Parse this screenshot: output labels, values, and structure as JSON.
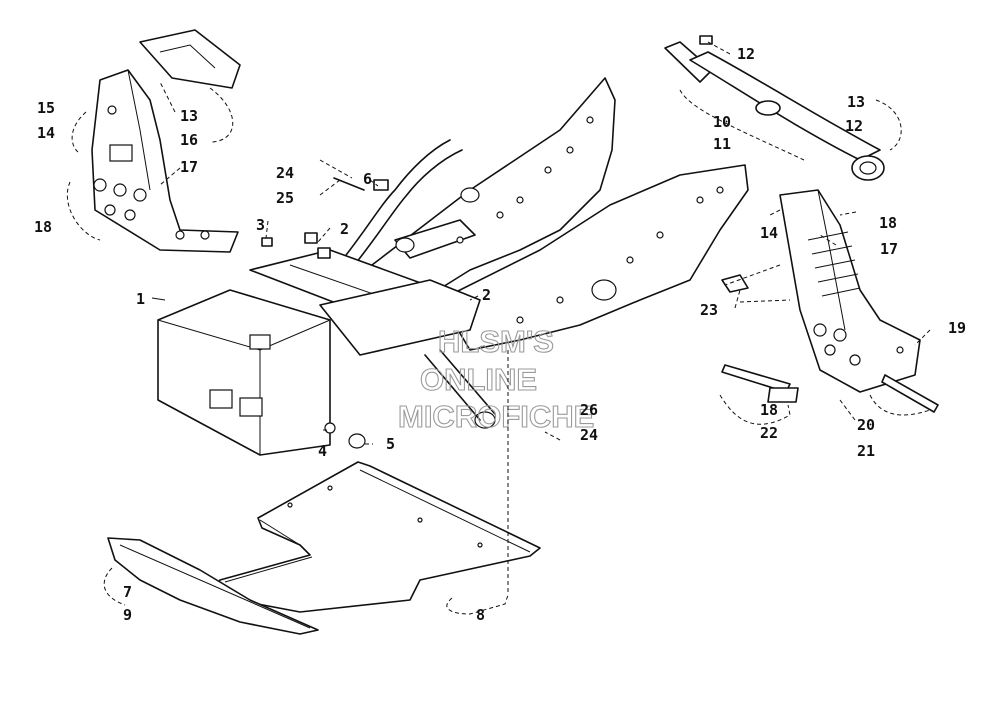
{
  "watermark": [
    "HLSM'S",
    "ONLINE",
    "MICROFICHE"
  ],
  "callouts": [
    {
      "id": "c1",
      "label": "1"
    },
    {
      "id": "c2a",
      "label": "2"
    },
    {
      "id": "c2b",
      "label": "2"
    },
    {
      "id": "c3",
      "label": "3"
    },
    {
      "id": "c4",
      "label": "4"
    },
    {
      "id": "c5",
      "label": "5"
    },
    {
      "id": "c6",
      "label": "6"
    },
    {
      "id": "c7",
      "label": "7"
    },
    {
      "id": "c8",
      "label": "8"
    },
    {
      "id": "c9",
      "label": "9"
    },
    {
      "id": "c10",
      "label": "10"
    },
    {
      "id": "c11",
      "label": "11"
    },
    {
      "id": "c12a",
      "label": "12"
    },
    {
      "id": "c12b",
      "label": "12"
    },
    {
      "id": "c13a",
      "label": "13"
    },
    {
      "id": "c13b",
      "label": "13"
    },
    {
      "id": "c14a",
      "label": "14"
    },
    {
      "id": "c14b",
      "label": "14"
    },
    {
      "id": "c15",
      "label": "15"
    },
    {
      "id": "c16",
      "label": "16"
    },
    {
      "id": "c17a",
      "label": "17"
    },
    {
      "id": "c17b",
      "label": "17"
    },
    {
      "id": "c18a",
      "label": "18"
    },
    {
      "id": "c18b",
      "label": "18"
    },
    {
      "id": "c18c",
      "label": "18"
    },
    {
      "id": "c19",
      "label": "19"
    },
    {
      "id": "c20",
      "label": "20"
    },
    {
      "id": "c21",
      "label": "21"
    },
    {
      "id": "c22",
      "label": "22"
    },
    {
      "id": "c23",
      "label": "23"
    },
    {
      "id": "c24a",
      "label": "24"
    },
    {
      "id": "c24b",
      "label": "24"
    },
    {
      "id": "c25",
      "label": "25"
    },
    {
      "id": "c26",
      "label": "26"
    }
  ]
}
